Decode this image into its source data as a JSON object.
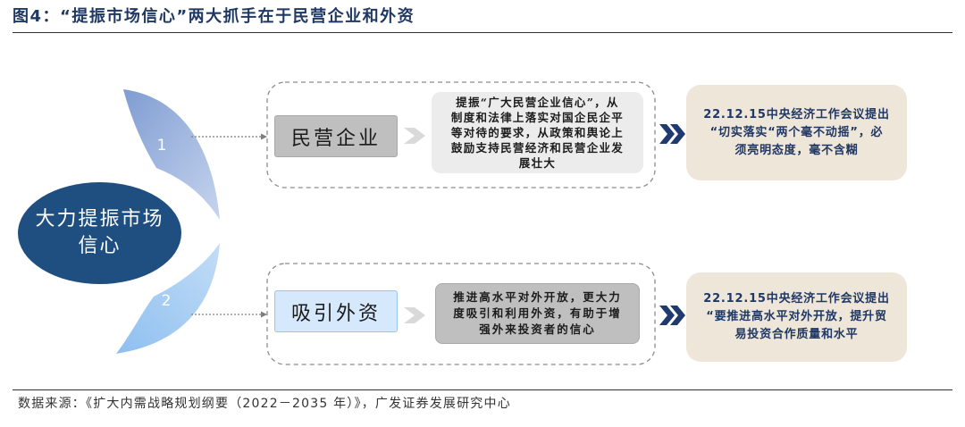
{
  "title": "图4：“提振市场信心”两大抓手在于民营企业和外资",
  "center": {
    "lines": [
      "大力提振市场",
      "信心"
    ]
  },
  "branches": [
    {
      "number": "1",
      "label": "民营企业",
      "description": [
        "提振“广大民营企业信心”，从",
        "制度和法律上落实对国企民企平",
        "等对待的要求，从政策和舆论上",
        "鼓励支持民营经济和民营企业发",
        "展壮大"
      ],
      "policy": [
        "22.12.15中央经济工作会议提出",
        "“切实落实“两个毫不动摇”，必",
        "须亮明态度，毫不含糊"
      ]
    },
    {
      "number": "2",
      "label": "吸引外资",
      "description": [
        "推进高水平对外开放，更大力",
        "度吸引和利用外资，有助于增",
        "强外来投资者的信心"
      ],
      "policy": [
        "22.12.15中央经济工作会议提出",
        "“要推进高水平对外开放，提升贸",
        "易投资合作质量和水平"
      ]
    }
  ],
  "source": "数据来源：《扩大内需战略规划纲要（2022－2035 年）》，广发证券发展研究中心",
  "icons": {
    "connector": "dotted-arrow-icon",
    "step": "chevron-right-icon",
    "result": "double-chevron-right-icon"
  },
  "colors": {
    "title": "#1f3864",
    "center": "#1f4e80",
    "wedge1-a": "#7f9dd2",
    "wedge1-b": "#c6d4ee",
    "wedge2-a": "#c2ddf6",
    "wedge2-b": "#8ebff0",
    "label1": "#bfbfbf",
    "label2": "#d5e8fc",
    "desc1": "#ececec",
    "desc2": "#bfbfbf",
    "policy": "#efe6da",
    "policy-text": "#1f3864",
    "chevron": "#1f3a6e"
  }
}
